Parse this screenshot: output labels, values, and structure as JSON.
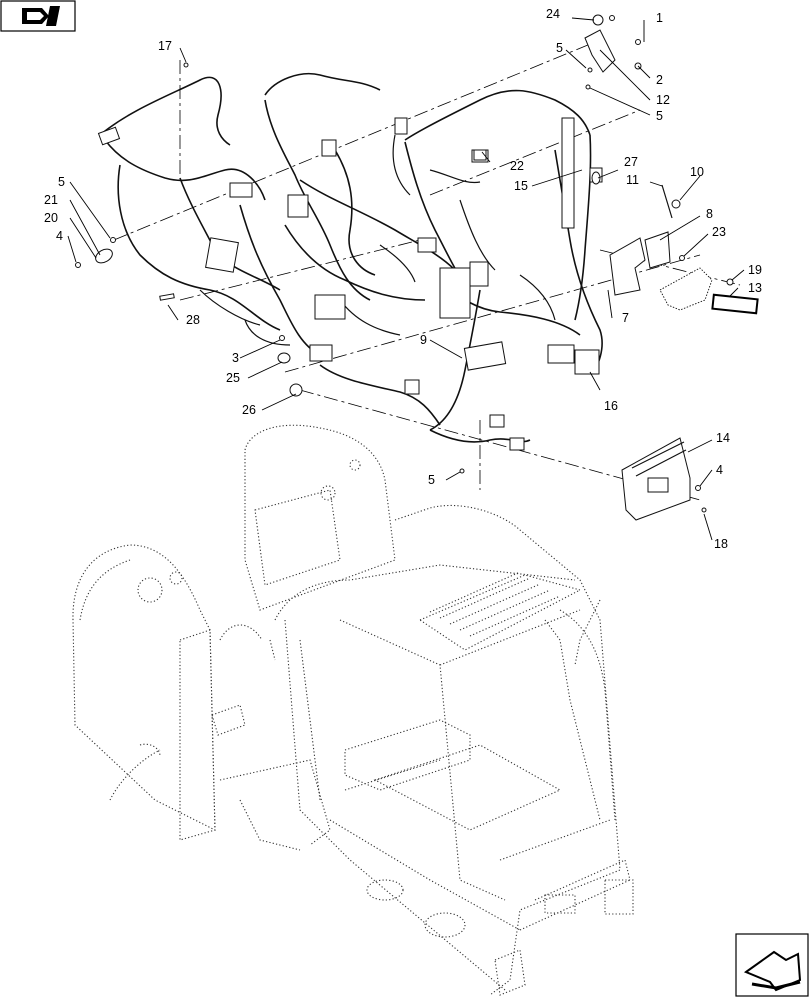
{
  "callouts": {
    "c1": "1",
    "c2": "2",
    "c3": "3",
    "c4a": "4",
    "c4b": "4",
    "c5a": "5",
    "c5b": "5",
    "c5c": "5",
    "c5d": "5",
    "c7": "7",
    "c8": "8",
    "c9": "9",
    "c10": "10",
    "c11": "11",
    "c12": "12",
    "c13": "13",
    "c14": "14",
    "c15": "15",
    "c16": "16",
    "c17": "17",
    "c18": "18",
    "c19": "19",
    "c20": "20",
    "c21": "21",
    "c22": "22",
    "c23": "23",
    "c24": "24",
    "c25": "25",
    "c26": "26",
    "c27": "27",
    "c28": "28"
  },
  "icons": {
    "top_left": "book-arrow-icon",
    "bottom_right": "next-page-arrow-icon"
  }
}
